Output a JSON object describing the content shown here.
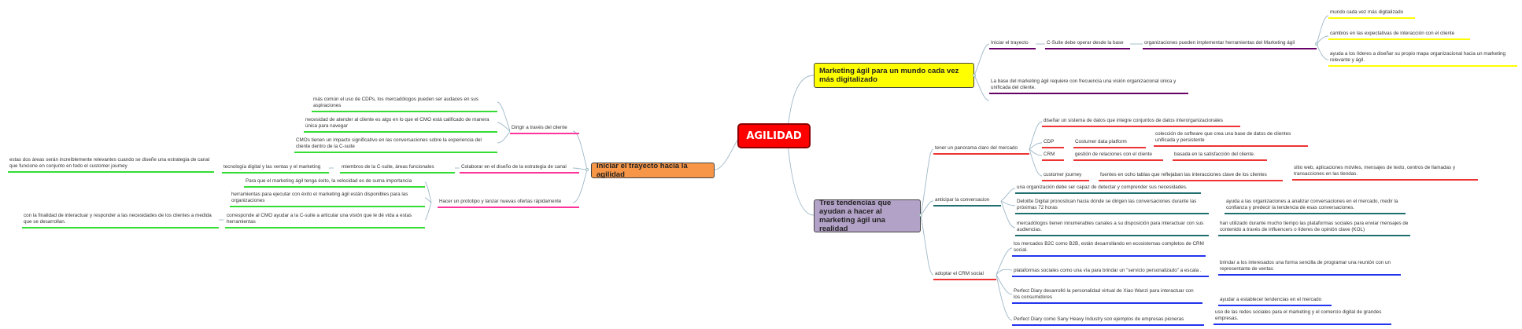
{
  "root": {
    "label": "AGILIDAD",
    "color": "#ff0000"
  },
  "colors": {
    "yellow": "#ffff00",
    "orange": "#f79646",
    "purple": "#b3a2c7",
    "green": "#33dd33",
    "pink": "#ff3399",
    "red": "#ee3333",
    "teal": "#1f6f6f",
    "blue": "#2233ee",
    "darkpurple": "#660066"
  },
  "branches": {
    "marketing": {
      "label": "Marketing ágil para un mundo cada vez más digitalizado",
      "iniciar": "Iniciar el trayecto",
      "csuite": "C-Suite debe operar desde la base",
      "organizaciones": "organizaciones pueden implementar herramientas del Marketing ágil",
      "mundo": "mundo cada vez más digitalizado",
      "cambios": "cambios en las expectativas de interacción con el cliente",
      "ayuda": "ayuda a los líderes a diseñar su propio mapa organizacional hacia un marketing relevante y ágil.",
      "base": "La base del marketing ágil requiere con frecuencia una visión organizacional única y unificada del cliente."
    },
    "tendencias": {
      "label": "Tres tendencias que ayudan a hacer al marketing ágil una realidad",
      "panorama": "tener un panorama claro del mercado",
      "disenar": "diseñar un sistema de datos que integre conjuntos de datos interorganizacionales",
      "cdp": "CDP",
      "cdp_full": "Costumer data platform",
      "cdp_desc": "colección de software que crea una base de datos de clientes unificada y persistente",
      "crm": "CRM",
      "crm_full": "gestión de relaciones con el cliente",
      "crm_desc": "basada en la satisfacción del cliente.",
      "journey": "customer journey",
      "journey_full": "fuentes en ocho tablas que reflejaban las interacciones clave de los clientes",
      "journey_desc": "sitio web, aplicaciones móviles, mensajes de texto, centros de llamadas y transacciones en las tiendas.",
      "anticipar": "anticipar la conversacion",
      "org_capaz": "una organización debe ser capaz de detectar y comprender sus necesidades.",
      "deloitte": "Deloitte Digital pronostican hacia dónde se dirigen las conversaciones durante las próximas 72 horas",
      "deloitte_desc": "ayuda a las organizaciones a analizar conversaciones en el mercado, medir la confianza y predecir la tendencia de esas conversaciones.",
      "mercadologos": "mercadólogos tienen innumerables canales a su disposición para interactuar con sus audiencias.",
      "mercadologos_desc": "han utilizado durante mucho tiempo las plataformas sociales para enviar mensajes de contenido a través de influencers o líderes de opinión clave (KOL)",
      "adoptar": "adoptar el CRM social",
      "b2c": "los mercados B2C como B2B, están desarrollando en ecosistemas completos de CRM social.",
      "plataformas": "plataformas sociales como una vía para brindar un \"servicio personalizado\" a escala .",
      "plataformas_desc": "brindar a los interesados una forma sencilla de programar una reunión con un representante de ventas",
      "perfect1": "Perfect Diary desarrolló la personalidad virtual de Xiao Wanzi para interactuar con los consumidores",
      "perfect1_desc": "ayudar a establecer tendencias en el mercado",
      "perfect2": "Perfect Diary como Sany Heavy Industry son ejemplos de empresas pioneras",
      "perfect2_desc": "uso de las redes sociales para el marketing y el comercio digital de grandes empresas."
    },
    "iniciar_agilidad": {
      "label": "Iniciar el trayecto hacia la agilidad",
      "dirigir": "Dirigir a través del cliente",
      "cdps": "más común el uso de CDPs, los mercadólogos pueden ser audaces en sus aspiraciones",
      "necesidad": "necesidad de atender al cliente es algo en lo que el CMO está calificado de manera única para navegar",
      "cmos": "CMOs tienen un impacto significativo en las conversaciones sobre la experiencia del cliente dentro de la C-suite",
      "colaborar": "Colaborar en el diseño de la estrategia de canal",
      "miembros": "miembros de la C-suite, áreas funcionales",
      "tecnologia": "tecnología digital y las ventas y el marketing",
      "estas_areas": "estas dos áreas serán increíblemente relevantes cuando se diseñe una estrategia de canal que funcione en conjunto en todo el customer journey",
      "prototipo": "Hacer un prototipo y lanzar nuevas ofertas rápidamente",
      "para_que": "Para que el marketing ágil tenga éxito, la velocidad es de suma importancia",
      "herramientas": "herramientas para ejecutar con éxito el marketing ágil están disponibles para las organizaciones",
      "corresponde": "corresponde al CMO ayudar a la C-suite a articular una visión que le dé vida a estas herramientas",
      "finalidad": "con la finalidad de interactuar y responder a las necesidades de los clientes a medida que se desarrollan."
    }
  }
}
